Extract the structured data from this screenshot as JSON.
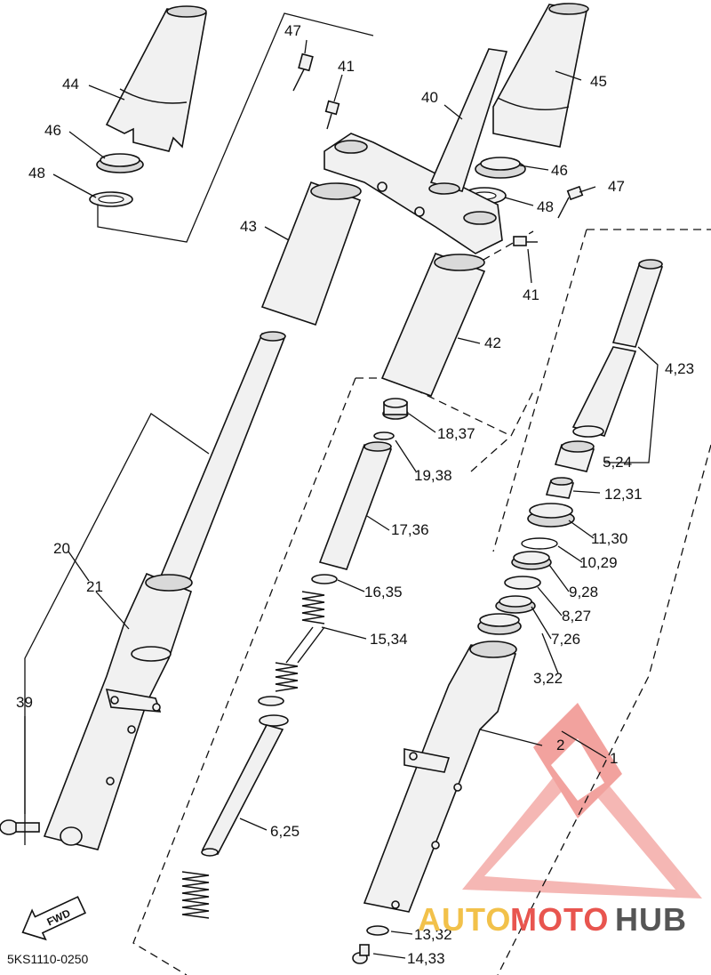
{
  "diagram": {
    "code": "5KS1110-0250",
    "fwd_label": "FWD",
    "labels": {
      "p1": "1",
      "p2": "2",
      "p3_22": "3,22",
      "p4_23": "4,23",
      "p5_24": "5,24",
      "p6_25": "6,25",
      "p7_26": "7,26",
      "p8_27": "8,27",
      "p9_28": "9,28",
      "p10_29": "10,29",
      "p11_30": "11,30",
      "p12_31": "12,31",
      "p13_32": "13,32",
      "p14_33": "14,33",
      "p15_34": "15,34",
      "p16_35": "16,35",
      "p17_36": "17,36",
      "p18_37": "18,37",
      "p19_38": "19,38",
      "p20": "20",
      "p21": "21",
      "p39": "39",
      "p40": "40",
      "p41a": "41",
      "p41b": "41",
      "p42": "42",
      "p43": "43",
      "p44": "44",
      "p45": "45",
      "p46a": "46",
      "p46b": "46",
      "p47a": "47",
      "p47b": "47",
      "p48a": "48",
      "p48b": "48"
    }
  },
  "watermark": {
    "part1": "AUTO",
    "part2": "MOTO",
    "part3": "HUB",
    "color_primary": "#e8554f",
    "color_secondary": "#f2c14a",
    "color_tertiary": "#555555"
  }
}
